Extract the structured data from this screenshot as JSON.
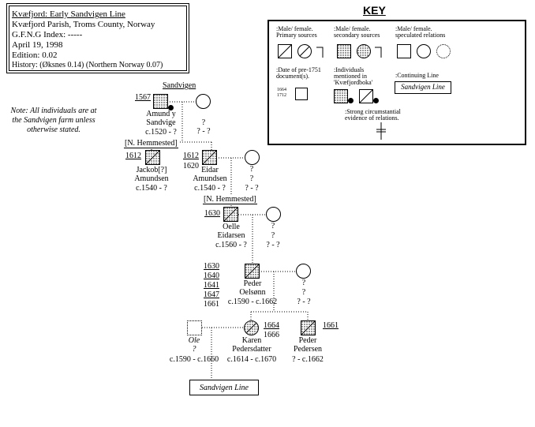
{
  "info": {
    "title": "Kvæfjord: Early Sandvigen Line",
    "parish": "Kvæfjord Parish, Troms County, Norway",
    "index": "G.F.N.G Index: -----",
    "date": "April 19, 1998",
    "edition": "Edition: 0.02",
    "history": "History: (Øksnes 0.14) (Northern Norway 0.07)"
  },
  "key": {
    "heading": "KEY",
    "primary": [
      ":Male/ female.",
      "Primary sources"
    ],
    "secondary": [
      ":Male/ female.",
      "secondary sources"
    ],
    "speculated": [
      ":Male/ female.",
      "speculated relations"
    ],
    "pre1751": [
      ":Date of pre-1751",
      "document(s)."
    ],
    "sample_dates": [
      "1664",
      "1712"
    ],
    "kvaefjordboka": [
      ":Individuals",
      "mentioned in",
      "'Kvæfjordboka'"
    ],
    "continuing": ":Continuing Line",
    "continuing_box": "Sandvigen Line",
    "strong": [
      ":Strong circumstantial",
      "evidence of relations."
    ]
  },
  "note": [
    "Note: All individuals are at",
    "the Sandvigen farm unless",
    "otherwise stated."
  ],
  "places": {
    "sandvigen": "Sandvigen",
    "hemmested_1": "[N. Hemmested]",
    "hemmested_2": "[N. Hemmested]"
  },
  "people": {
    "amund": {
      "dates_doc": [
        "1567"
      ],
      "name": [
        "Amund y",
        "Sandvige"
      ],
      "life": "c.1520 - ?"
    },
    "amund_wife": {
      "name": [
        "?"
      ],
      "life": "? - ?"
    },
    "jackob": {
      "dates_doc": [
        "1612"
      ],
      "name": [
        "Jackob[?]",
        "Amundsen"
      ],
      "life": "c.1540 - ?"
    },
    "eidar": {
      "dates_doc": [
        "1612",
        "1620"
      ],
      "name": [
        "Eidar",
        "Amundsen"
      ],
      "life": "c.1540 - ?"
    },
    "eidar_wife": {
      "name": [
        "?"
      ],
      "life": "? - ?"
    },
    "oelle": {
      "dates_doc": [
        "1630"
      ],
      "name": [
        "Oelle",
        "Eidarsen"
      ],
      "life": "c.1560 - ?"
    },
    "oelle_wife": {
      "name": [
        "?"
      ],
      "life": "? - ?"
    },
    "peder": {
      "dates_doc": [
        "1630",
        "1640",
        "1641",
        "1647",
        "1661"
      ],
      "name": [
        "Peder",
        "Oelsønn"
      ],
      "life": "c.1590 - c.1662"
    },
    "peder_wife": {
      "name": [
        "?"
      ],
      "life": "? - ?"
    },
    "ole": {
      "name": [
        "Ole",
        "?"
      ],
      "life": "c.1590 - c.1660"
    },
    "karen": {
      "dates_doc": [
        "1664",
        "1666"
      ],
      "name": [
        "Karen",
        "Pedersdatter"
      ],
      "life": "c.1614 - c.1670"
    },
    "peder_p": {
      "dates_doc": [
        "1661"
      ],
      "name": [
        "Peder",
        "Pedersen"
      ],
      "life": "? - c.1662"
    }
  },
  "continuing_line": "Sandvigen Line"
}
